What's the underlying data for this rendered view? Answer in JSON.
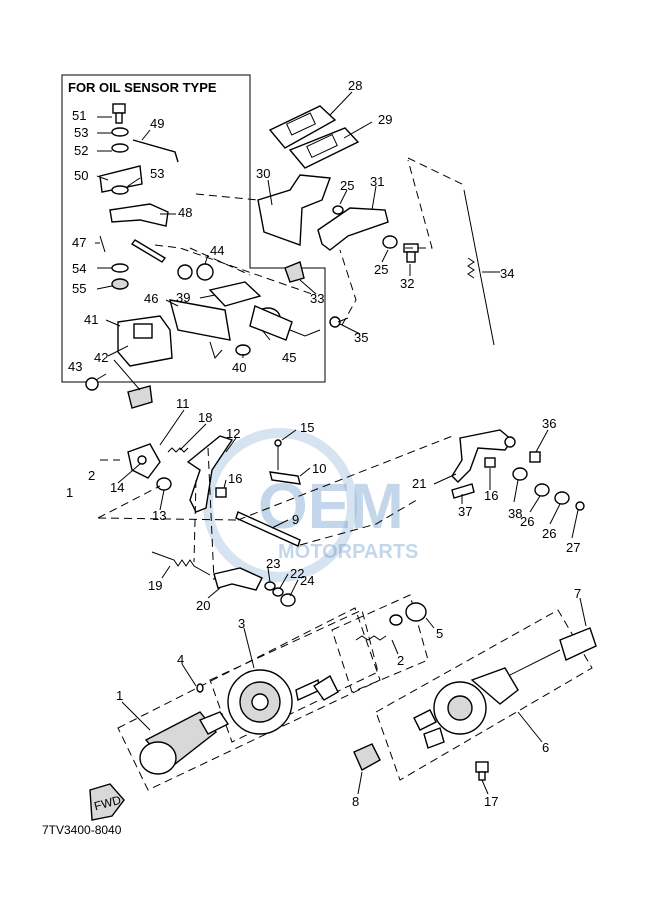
{
  "inset": {
    "title": "FOR OIL SENSOR TYPE"
  },
  "drawing_code": "7TV3400-8040",
  "fwd_label": "FWD",
  "watermark": {
    "main": "OEM",
    "sub": "MOTORPARTS",
    "color": "#5a8fc4"
  },
  "callouts": [
    "1",
    "2",
    "3",
    "4",
    "5",
    "6",
    "7",
    "8",
    "9",
    "10",
    "11",
    "12",
    "13",
    "14",
    "15",
    "16",
    "16",
    "17",
    "18",
    "19",
    "20",
    "21",
    "22",
    "23",
    "24",
    "25",
    "25",
    "26",
    "26",
    "27",
    "28",
    "29",
    "30",
    "31",
    "32",
    "33",
    "34",
    "35",
    "36",
    "37",
    "38",
    "39",
    "40",
    "41",
    "42",
    "43",
    "44",
    "45",
    "46",
    "47",
    "48",
    "49",
    "50",
    "51",
    "52",
    "53",
    "53",
    "54",
    "55",
    "1",
    "2"
  ]
}
